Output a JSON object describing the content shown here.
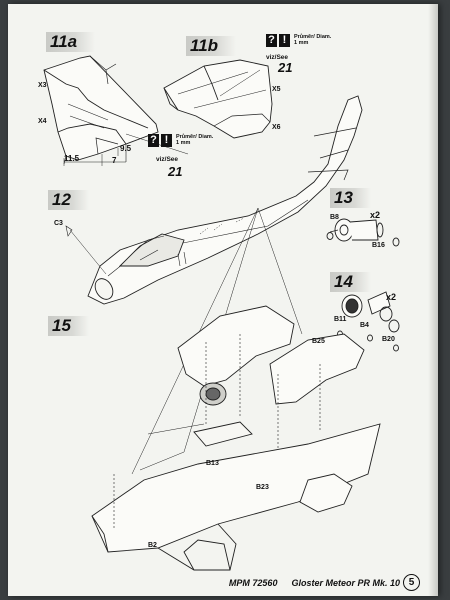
{
  "steps": {
    "s11a": "11a",
    "s11b": "11b",
    "s12": "12",
    "s13": "13",
    "s14": "14",
    "s15": "15"
  },
  "parts": {
    "x3": "X3",
    "x4": "X4",
    "x5": "X5",
    "x6": "X6",
    "c3": "C3",
    "b8": "B8",
    "b16": "B16",
    "b11": "B11",
    "b4": "B4",
    "b20": "B20",
    "b25": "B25",
    "b13": "B13",
    "b23": "B23",
    "b2": "B2"
  },
  "dims": {
    "d115": "11.5",
    "d95": "9.5",
    "d7": "7"
  },
  "multipliers": {
    "m13": "x2",
    "m14": "x2"
  },
  "notes": {
    "drill_label": "Průměr/ Diam.",
    "drill_size": "1 mm",
    "paint_label": "viz/See",
    "paint_ref": "21"
  },
  "footer": {
    "code": "MPM 72560",
    "title": "Gloster Meteor PR Mk. 10",
    "page": "5"
  }
}
